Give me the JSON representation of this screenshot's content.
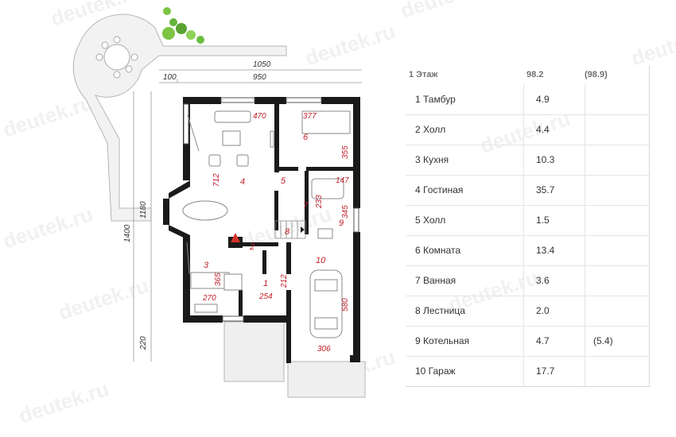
{
  "watermark": "deutek.ru",
  "plan": {
    "dims": {
      "overall_width": "1050",
      "inner_width": "950",
      "offset": "100",
      "overall_height": "1400",
      "inner_height": "1180",
      "lower_height": "220",
      "d470": "470",
      "d377": "377",
      "d712": "712",
      "d355": "355",
      "d147": "147",
      "d233": "233",
      "d345": "345",
      "d365": "365",
      "d270": "270",
      "d254": "254",
      "d212": "212",
      "d580": "580",
      "d306": "306"
    },
    "room_numbers": [
      "1",
      "2",
      "3",
      "4",
      "5",
      "6",
      "7",
      "8",
      "9",
      "10"
    ]
  },
  "table": {
    "header": {
      "label": "1 Этаж",
      "value": "98.2",
      "alt": "(98.9)"
    },
    "rows": [
      {
        "name": "1 Тамбур",
        "value": "4.9",
        "alt": ""
      },
      {
        "name": "2 Холл",
        "value": "4.4",
        "alt": ""
      },
      {
        "name": "3 Кухня",
        "value": "10.3",
        "alt": ""
      },
      {
        "name": "4 Гостиная",
        "value": "35.7",
        "alt": ""
      },
      {
        "name": "5 Холл",
        "value": "1.5",
        "alt": ""
      },
      {
        "name": "6 Комната",
        "value": "13.4",
        "alt": ""
      },
      {
        "name": "7 Ванная",
        "value": "3.6",
        "alt": ""
      },
      {
        "name": "8 Лестница",
        "value": "2.0",
        "alt": ""
      },
      {
        "name": "9 Котельная",
        "value": "4.7",
        "alt": "(5.4)"
      },
      {
        "name": "10 Гараж",
        "value": "17.7",
        "alt": ""
      }
    ]
  },
  "colors": {
    "wall": "#1a1a1a",
    "dimension_text": "#c0202a",
    "room_number": "#c0202a",
    "terrace": "#ececec"
  }
}
